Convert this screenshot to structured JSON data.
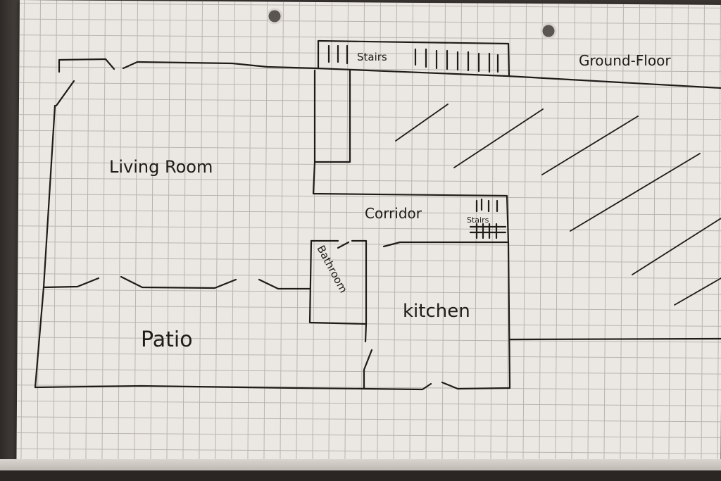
{
  "title": "Ground-Floor",
  "rooms": [
    {
      "id": "living-room",
      "label": "Living Room"
    },
    {
      "id": "patio",
      "label": "Patio"
    },
    {
      "id": "corridor",
      "label": "Corridor"
    },
    {
      "id": "bathroom",
      "label": "Bathroom"
    },
    {
      "id": "kitchen",
      "label": "kitchen"
    }
  ],
  "stairs": [
    {
      "id": "stairs-main",
      "label": "Stairs"
    },
    {
      "id": "stairs-corridor",
      "label": "Stairs"
    }
  ],
  "colors": {
    "ink": "#1f1b18",
    "paper": "#ebe7e2",
    "grid": "#b9b4ae"
  }
}
